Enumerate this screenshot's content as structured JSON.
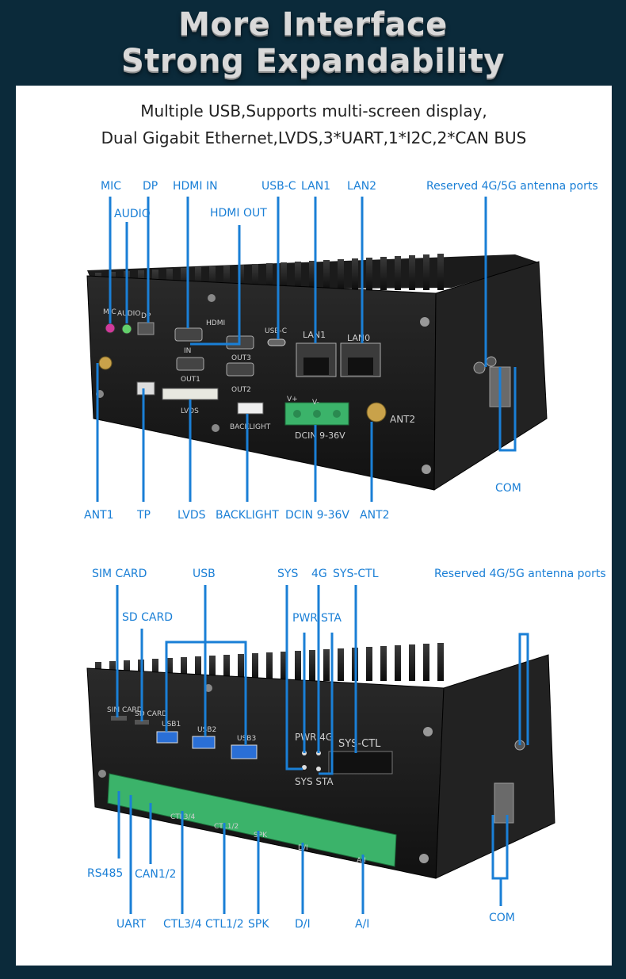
{
  "hero": {
    "line1": "More Interface",
    "line2": "Strong Expandability"
  },
  "subtitle": {
    "line1": "Multiple USB,Supports multi-screen display,",
    "line2": "Dual Gigabit Ethernet,LVDS,3*UART,1*I2C,2*CAN BUS"
  },
  "colors": {
    "background": "#0b2a3a",
    "panel": "#ffffff",
    "callout": "#1a7fd6",
    "device_body": "#1a1a1a"
  },
  "top_view": {
    "labels_top": {
      "mic": "MIC",
      "audio": "AUDIO",
      "dp": "DP",
      "hdmi_in": "HDMI IN",
      "hdmi_out": "HDMI OUT",
      "usb_c": "USB-C",
      "lan1": "LAN1",
      "lan2": "LAN2",
      "antenna": "Reserved 4G/5G antenna ports"
    },
    "labels_bottom": {
      "ant1": "ANT1",
      "tp": "TP",
      "lvds": "LVDS",
      "backlight": "BACKLIGHT",
      "dcin": "DCIN 9-36V",
      "ant2": "ANT2",
      "com": "COM"
    },
    "silkscreen": {
      "hdmi": "HDMI",
      "in": "IN",
      "out1": "OUT1",
      "out2": "OUT2",
      "out3": "OUT3",
      "usbc": "USB-C",
      "lan1": "LAN1",
      "lan0": "LAN0",
      "lvds": "LVDS",
      "backlight": "BACKLIGHT",
      "vplus": "V+",
      "vminus": "V-",
      "dcin": "DCIN 9-36V",
      "ant2": "ANT2",
      "mic": "MIC",
      "audio": "AUDIO",
      "dp": "DP"
    }
  },
  "bottom_view": {
    "labels_top": {
      "sim_card": "SIM CARD",
      "sd_card": "SD CARD",
      "usb": "USB",
      "sys": "SYS",
      "g4": "4G",
      "sys_ctl": "SYS-CTL",
      "pwr": "PWR",
      "sta": "STA",
      "antenna": "Reserved 4G/5G antenna ports"
    },
    "labels_bottom": {
      "rs485": "RS485",
      "can12": "CAN1/2",
      "uart": "UART",
      "ctl34": "CTL3/4",
      "ctl12": "CTL1/2",
      "spk": "SPK",
      "di": "D/I",
      "ai": "A/I",
      "com": "COM"
    },
    "silkscreen": {
      "usb1": "USB1",
      "usb2": "USB2",
      "usb3": "USB3",
      "pwr4g": "PWR 4G",
      "sysctl": "SYS-CTL",
      "syssta": "SYS STA",
      "di": "D/I",
      "ai": "A/I",
      "spk": "SPK",
      "ctl12": "CTL1/2",
      "ctl34": "CTL3/4",
      "sim": "SIM CARD",
      "sd": "SD CARD"
    }
  }
}
